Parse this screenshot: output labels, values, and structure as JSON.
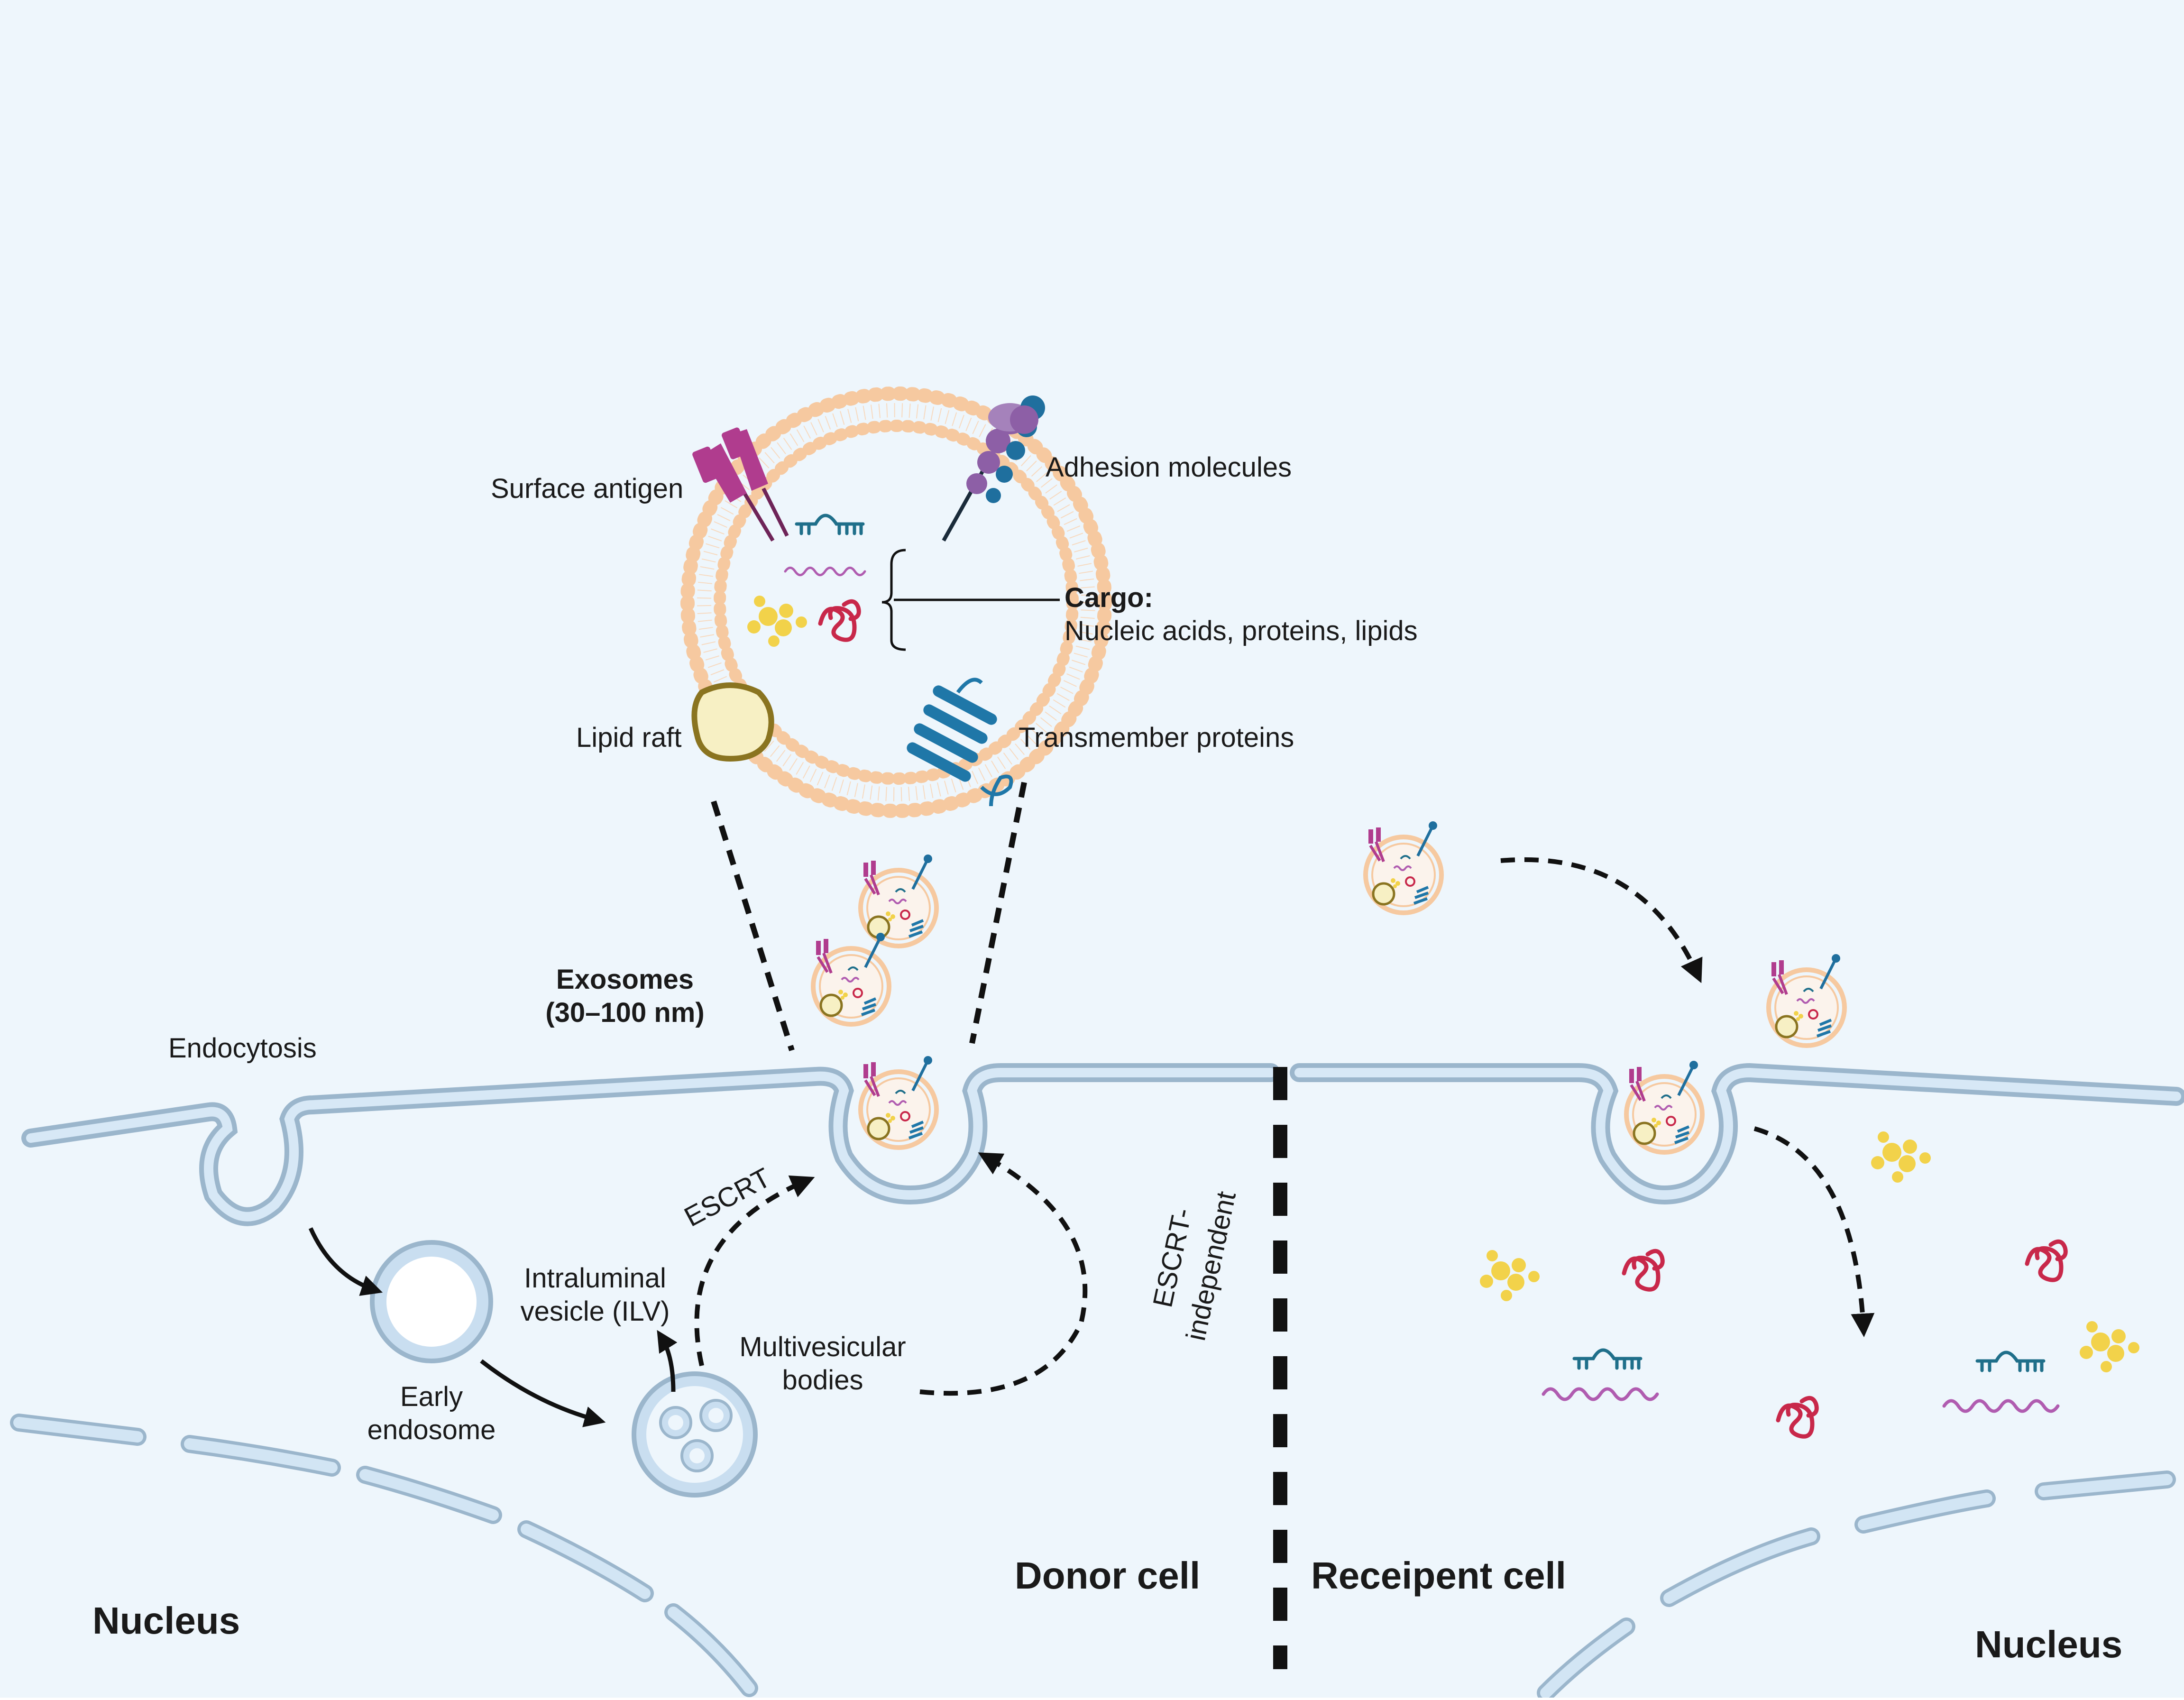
{
  "colors": {
    "background": "#eef6fc",
    "membrane_fill": "#c9def0",
    "membrane_stroke": "#9bb6cc",
    "lipid_bead": "#f6c9a0",
    "surface_antigen": "#b03c8e",
    "adhesion_molecule_purple": "#8d5fa6",
    "adhesion_molecule_blue": "#1f6f9e",
    "transmembrane_protein": "#1f77a8",
    "lipid_raft_fill": "#f7f0c4",
    "lipid_raft_stroke": "#8a7420",
    "rna_teal": "#1f6f8a",
    "mrna_purple": "#b05cb0",
    "protein_red": "#c8284a",
    "lipid_yellow": "#f2d24a"
  },
  "labels": {
    "surface_antigen": "Surface antigen",
    "adhesion_molecules": "Adhesion molecules",
    "cargo_title": "Cargo:",
    "cargo_detail": "Nucleic acids, proteins, lipids",
    "lipid_raft": "Lipid raft",
    "transmember_proteins": "Transmember proteins",
    "exosomes_line1": "Exosomes",
    "exosomes_line2": "(30–100 nm)",
    "endocytosis": "Endocytosis",
    "escrt": "ESCRT",
    "escrt_independent_line1": "ESCRT-",
    "escrt_independent_line2": "independent",
    "ilv_line1": "Intraluminal",
    "ilv_line2": "vesicle (ILV)",
    "mvb_line1": "Multivesicular",
    "mvb_line2": "bodies",
    "early_endosome_line1": "Early",
    "early_endosome_line2": "endosome",
    "donor_cell": "Donor cell",
    "recipient_cell": "Receipent cell",
    "nucleus_left": "Nucleus",
    "nucleus_right": "Nucleus"
  }
}
